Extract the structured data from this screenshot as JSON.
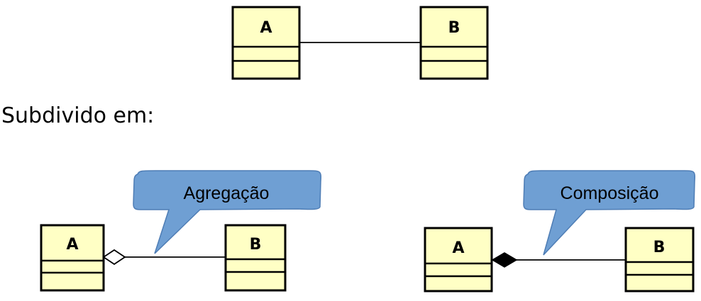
{
  "top": {
    "class_a": "A",
    "class_b": "B"
  },
  "caption": "Subdivido em:",
  "aggregation": {
    "label": "Agregação",
    "class_a": "A",
    "class_b": "B"
  },
  "composition": {
    "label": "Composição",
    "class_a": "A",
    "class_b": "B"
  },
  "colors": {
    "class_fill": "#ffffc5",
    "callout_fill": "#6f9fd3",
    "stroke": "#000000"
  }
}
